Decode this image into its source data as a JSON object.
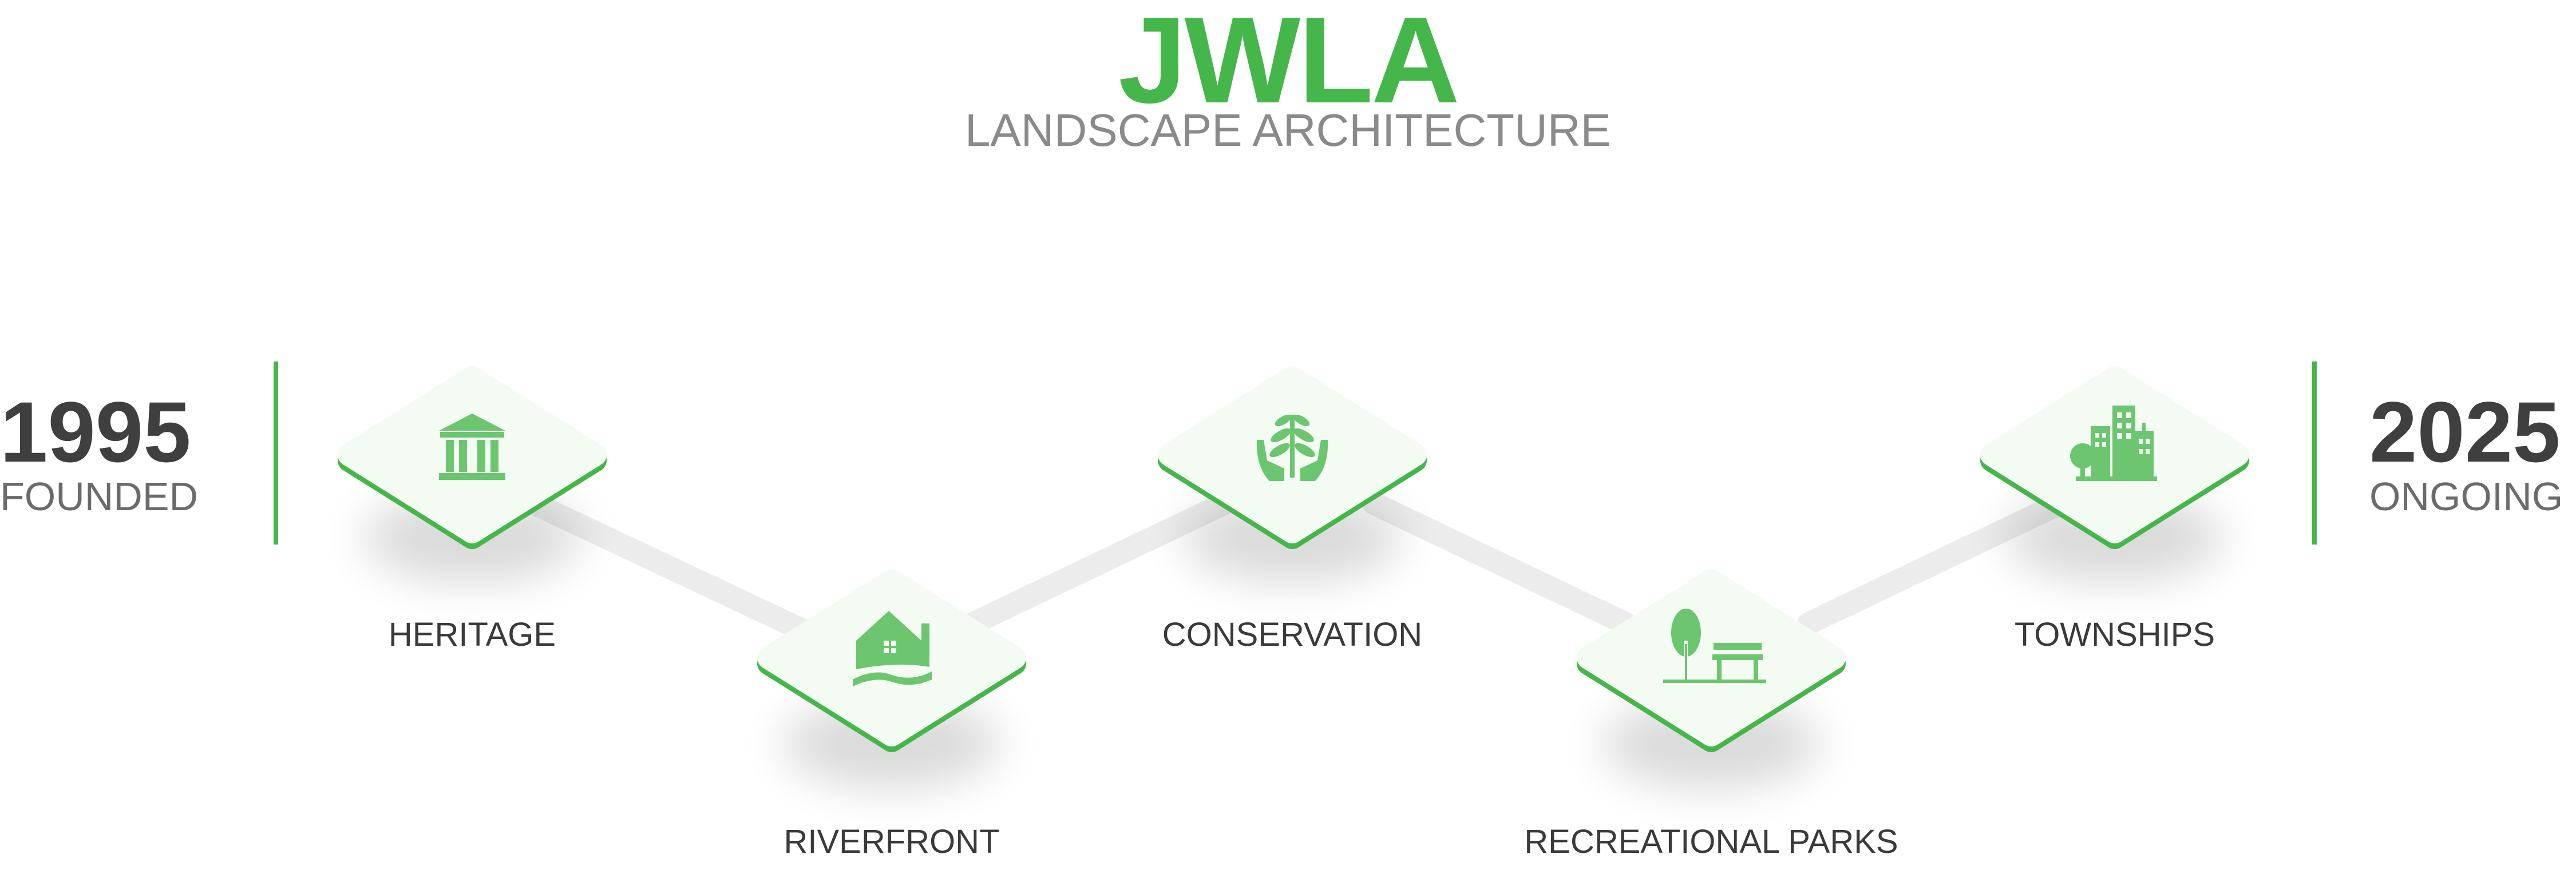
{
  "header": {
    "title": "JWLA",
    "subtitle": "LANDSCAPE ARCHITECTURE"
  },
  "timeline": {
    "start": {
      "year": "1995",
      "label": "FOUNDED"
    },
    "end": {
      "year": "2025",
      "label": "ONGOING"
    },
    "stages": [
      {
        "label": "HERITAGE",
        "icon": "museum-icon"
      },
      {
        "label": "RIVERFRONT",
        "icon": "riverfront-house-icon"
      },
      {
        "label": "CONSERVATION",
        "icon": "hands-plant-icon"
      },
      {
        "label": "RECREATIONAL PARKS",
        "icon": "park-bench-tree-icon"
      },
      {
        "label": "TOWNSHIPS",
        "icon": "city-buildings-icon"
      }
    ]
  },
  "colors": {
    "accent": "#45b649",
    "icon": "#6cc56f",
    "tile_face": "#f3fbf3",
    "connector": "#ececec",
    "year_text": "#3f3f3f",
    "subtitle_text": "#8a8a8a"
  }
}
